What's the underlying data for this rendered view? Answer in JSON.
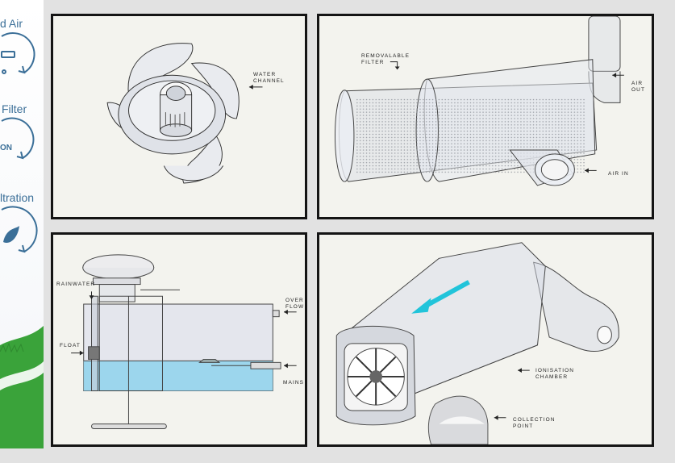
{
  "sidebar": {
    "labels": [
      "d Air",
      "Filter",
      "ltration"
    ],
    "badge": "ON",
    "accent": "#3b6f98",
    "grass": "#3aa33a"
  },
  "panels": {
    "water_channel": {
      "label": "WATER\nCHANNEL"
    },
    "filter": {
      "removable": "REMOVALABLE\nFILTER",
      "air_out": "AIR\nOUT",
      "air_in": "AIR IN"
    },
    "tank": {
      "rainwater": "RAINWATER",
      "overflow": "OVER\nFLOW",
      "float": "FLOAT",
      "mains": "MAINS",
      "water_color": "#8fd2ec"
    },
    "ionisation": {
      "chamber": "IONISATION\nCHAMBER",
      "collection": "COLLECTION\nPOINT",
      "arrow_color": "#21c4da"
    }
  }
}
